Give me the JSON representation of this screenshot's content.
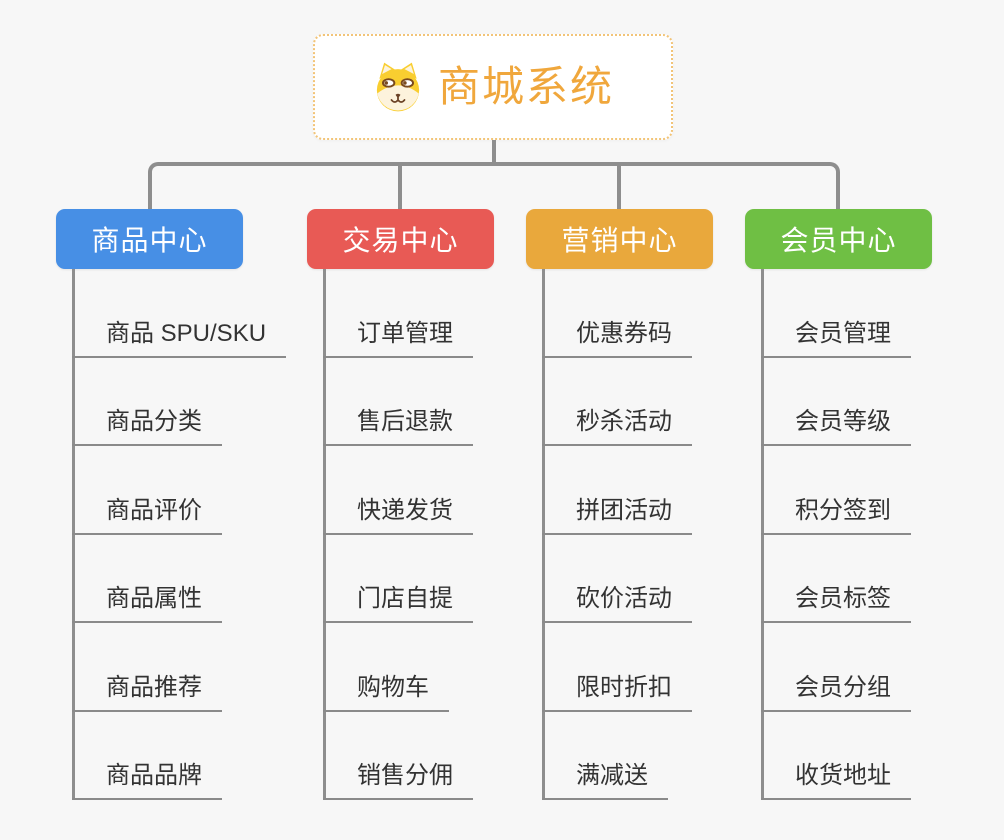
{
  "root": {
    "title": "商城系统",
    "icon": "dog-face-icon"
  },
  "branches": [
    {
      "label": "商品中心",
      "color": "#478FE5",
      "items": [
        "商品 SPU/SKU",
        "商品分类",
        "商品评价",
        "商品属性",
        "商品推荐",
        "商品品牌"
      ]
    },
    {
      "label": "交易中心",
      "color": "#E85A55",
      "items": [
        "订单管理",
        "售后退款",
        "快递发货",
        "门店自提",
        "购物车",
        "销售分佣"
      ]
    },
    {
      "label": "营销中心",
      "color": "#E9A83C",
      "items": [
        "优惠券码",
        "秒杀活动",
        "拼团活动",
        "砍价活动",
        "限时折扣",
        "满减送"
      ]
    },
    {
      "label": "会员中心",
      "color": "#6FBF44",
      "items": [
        "会员管理",
        "会员等级",
        "积分签到",
        "会员标签",
        "会员分组",
        "收货地址"
      ]
    }
  ],
  "colors": {
    "background": "#F7F7F7",
    "connector": "#8E8E8E",
    "leaf_underline": "#8A8A8A",
    "leaf_text": "#333333",
    "root_border": "#F2C478",
    "root_title": "#F0A73C",
    "node_text": "#FFFFFF"
  }
}
